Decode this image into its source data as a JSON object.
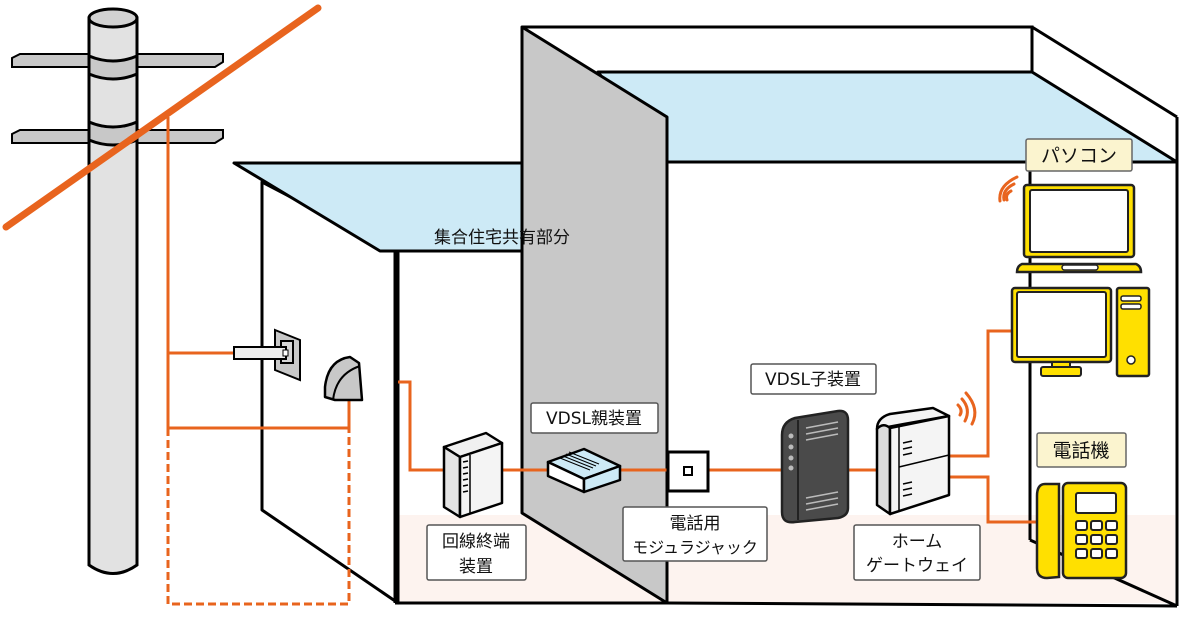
{
  "diagram": {
    "title": "VDSL方式 配線図",
    "colors": {
      "line": "#e8641e",
      "floor": "#cdeaf6",
      "wall": "#c8c8c8",
      "device_yellow": "#ffe000",
      "label_yellow": "#fbf4cf",
      "room_floor": "#fdf3ef",
      "dark_device": "#4a4a4a"
    },
    "labels": {
      "common_area": "集合住宅共有部分",
      "vdsl_parent": "VDSL親装置",
      "vdsl_child": "VDSL子装置",
      "onu_line1": "回線終端",
      "onu_line2": "装置",
      "jack_line1": "電話用",
      "jack_line2": "モジュラジャック",
      "hgw_line1": "ホーム",
      "hgw_line2": "ゲートウェイ",
      "pc": "パソコン",
      "phone": "電話機"
    },
    "nodes": [
      {
        "id": "utility-pole",
        "label": "電柱"
      },
      {
        "id": "optical-cable",
        "label": "光ケーブル"
      },
      {
        "id": "termination-box",
        "label": ""
      },
      {
        "id": "onu",
        "label": "回線終端装置"
      },
      {
        "id": "vdsl-parent",
        "label": "VDSL親装置"
      },
      {
        "id": "modular-jack",
        "label": "電話用モジュラジャック"
      },
      {
        "id": "vdsl-child",
        "label": "VDSL子装置"
      },
      {
        "id": "home-gateway",
        "label": "ホームゲートウェイ"
      },
      {
        "id": "laptop",
        "label": "パソコン"
      },
      {
        "id": "desktop",
        "label": "パソコン"
      },
      {
        "id": "telephone",
        "label": "電話機"
      }
    ],
    "edges": [
      {
        "from": "optical-cable",
        "to": "termination-box",
        "style": "solid"
      },
      {
        "from": "optical-cable",
        "to": "onu",
        "style": "dashed"
      },
      {
        "from": "termination-box",
        "to": "onu",
        "style": "solid"
      },
      {
        "from": "onu",
        "to": "vdsl-parent",
        "style": "solid"
      },
      {
        "from": "vdsl-parent",
        "to": "modular-jack",
        "style": "solid"
      },
      {
        "from": "modular-jack",
        "to": "vdsl-child",
        "style": "solid"
      },
      {
        "from": "vdsl-child",
        "to": "home-gateway",
        "style": "solid"
      },
      {
        "from": "home-gateway",
        "to": "desktop",
        "style": "solid"
      },
      {
        "from": "home-gateway",
        "to": "telephone",
        "style": "solid"
      },
      {
        "from": "home-gateway",
        "to": "laptop",
        "style": "wireless"
      }
    ]
  }
}
